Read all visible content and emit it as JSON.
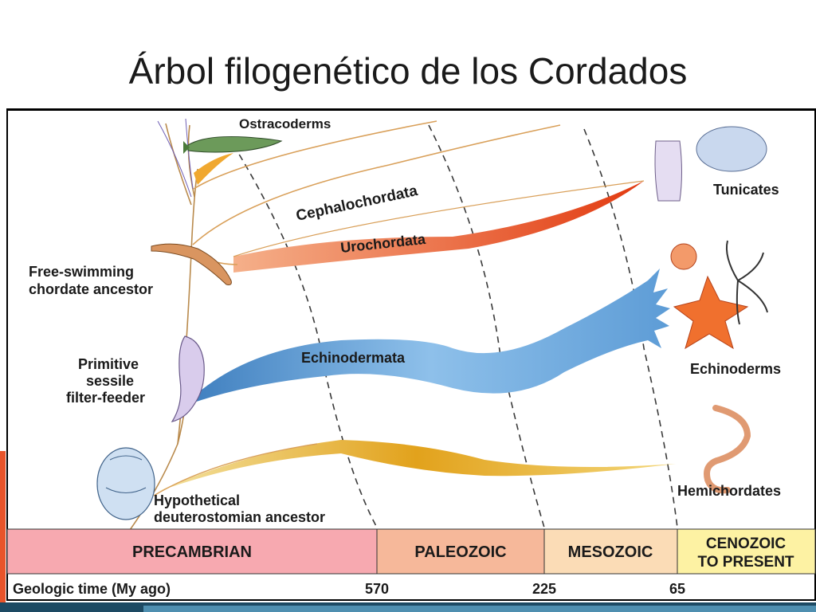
{
  "title": "Árbol filogenético de los Cordados",
  "lineages": {
    "ostracoderms": "Ostracoderms",
    "cephalochordata": "Cephalochordata",
    "urochordata": "Urochordata",
    "echinodermata": "Echinodermata"
  },
  "ancestors": {
    "free_swimming": [
      "Free-swimming",
      "chordate ancestor"
    ],
    "sessile": [
      "Primitive",
      "sessile",
      "filter-feeder"
    ],
    "deuterostomian": [
      "Hypothetical",
      "deuterostomian ancestor"
    ]
  },
  "living_groups": {
    "tunicates": "Tunicates",
    "echinoderms": "Echinoderms",
    "hemichordates": "Hemichordates"
  },
  "eras": {
    "precambrian": "PRECAMBRIAN",
    "paleozoic": "PALEOZOIC",
    "mesozoic": "MESOZOIC",
    "cenozoic": [
      "CENOZOIC",
      "TO PRESENT"
    ]
  },
  "timeline": {
    "label": "Geologic time (My ago)",
    "ticks": [
      "570",
      "225",
      "65"
    ]
  },
  "colors": {
    "precambrian": "#f7a9b0",
    "paleozoic": "#f6b89a",
    "mesozoic": "#fbdcb6",
    "cenozoic": "#fdf2a3",
    "echinodermata": "#6fa8d8",
    "urochordata": "#e8541e",
    "hemichordates": "#e7b42c"
  }
}
